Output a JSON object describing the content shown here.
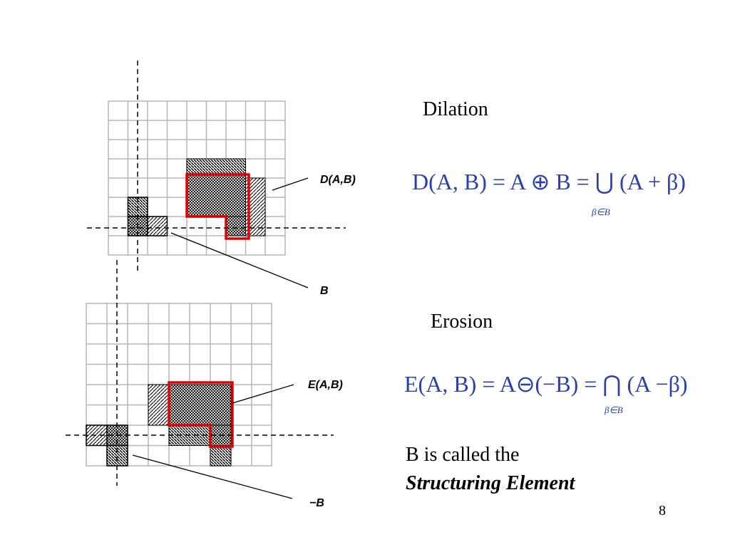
{
  "dilation": {
    "title": "Dilation",
    "formula": "D(A, B) = A ⊕ B = ⋃ (A + β)",
    "subscript": "β∈B",
    "label_result": "D(A,B)",
    "label_se": "B"
  },
  "erosion": {
    "title": "Erosion",
    "formula": "E(A, B) = A⊖(−B) = ⋂ (A −β)",
    "subscript": "β∈B",
    "label_result": "E(A,B)",
    "label_se": "−B"
  },
  "note": {
    "line1": "B is called the",
    "line2": "Structuring Element"
  },
  "page_number": "8",
  "colors": {
    "formula": "#2b3fb3",
    "outline": "#e00000",
    "grid": "#b5b5b5"
  }
}
